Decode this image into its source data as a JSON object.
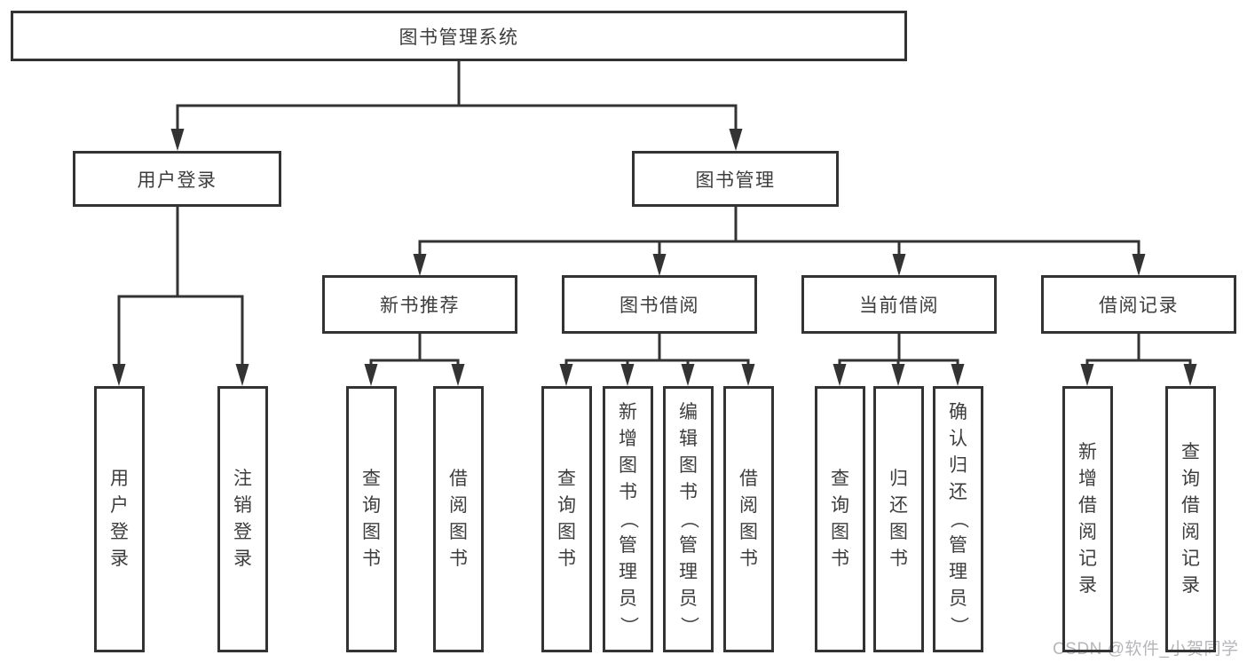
{
  "colors": {
    "line": "#333333",
    "text": "#3d3d3d",
    "watermark": "#b6b6ba",
    "background": "#ffffff"
  },
  "diagram": {
    "root": {
      "label": "图书管理系统"
    },
    "level2": [
      {
        "id": "user-login",
        "label": "用户登录"
      },
      {
        "id": "book-management",
        "label": "图书管理"
      }
    ],
    "level3": [
      {
        "id": "new-book-recommend",
        "label": "新书推荐"
      },
      {
        "id": "book-borrowing",
        "label": "图书借阅"
      },
      {
        "id": "current-borrowing",
        "label": "当前借阅"
      },
      {
        "id": "borrowing-records",
        "label": "借阅记录"
      }
    ],
    "leaves": [
      {
        "id": "user-login-leaf",
        "parent": "user-login",
        "label": "用户登录"
      },
      {
        "id": "logout-leaf",
        "parent": "user-login",
        "label": "注销登录"
      },
      {
        "id": "query-books-recommend",
        "parent": "new-book-recommend",
        "label": "查询图书"
      },
      {
        "id": "borrow-books-recommend",
        "parent": "new-book-recommend",
        "label": "借阅图书"
      },
      {
        "id": "query-books-borrowing",
        "parent": "book-borrowing",
        "label": "查询图书"
      },
      {
        "id": "add-books-admin",
        "parent": "book-borrowing",
        "label": "新增图书（管理员）"
      },
      {
        "id": "edit-books-admin",
        "parent": "book-borrowing",
        "label": "编辑图书（管理员）"
      },
      {
        "id": "borrow-books-borrowing",
        "parent": "book-borrowing",
        "label": "借阅图书"
      },
      {
        "id": "query-books-current",
        "parent": "current-borrowing",
        "label": "查询图书"
      },
      {
        "id": "return-books",
        "parent": "current-borrowing",
        "label": "归还图书"
      },
      {
        "id": "confirm-return-admin",
        "parent": "current-borrowing",
        "label": "确认归还（管理员）"
      },
      {
        "id": "add-borrow-record",
        "parent": "borrowing-records",
        "label": "新增借阅记录"
      },
      {
        "id": "query-borrow-record",
        "parent": "borrowing-records",
        "label": "查询借阅记录"
      }
    ]
  },
  "watermark": {
    "text": "CSDN @软件_小贺同学"
  }
}
